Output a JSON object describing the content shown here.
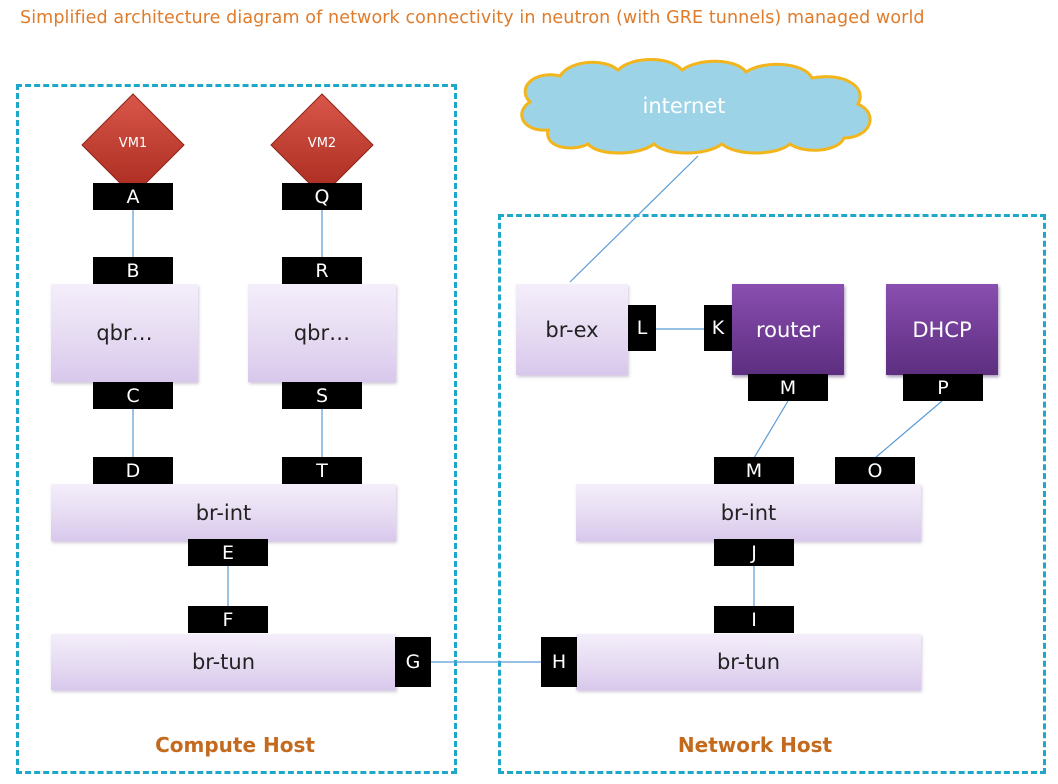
{
  "title": "Simplified architecture diagram of network connectivity in neutron (with GRE tunnels) managed world",
  "cloud": {
    "label": "internet"
  },
  "hosts": {
    "compute": "Compute Host",
    "network": "Network Host"
  },
  "vms": {
    "vm1": "VM1",
    "vm2": "VM2"
  },
  "bridges": {
    "qbr1": "qbr…",
    "qbr2": "qbr…",
    "compute_int": "br-int",
    "compute_tun": "br-tun",
    "brex": "br-ex",
    "network_int": "br-int",
    "network_tun": "br-tun"
  },
  "services": {
    "router": "router",
    "dhcp": "DHCP"
  },
  "ports": {
    "A": "A",
    "B": "B",
    "C": "C",
    "D": "D",
    "E": "E",
    "F": "F",
    "G": "G",
    "H": "H",
    "I": "I",
    "J": "J",
    "K": "K",
    "L": "L",
    "M_router": "M",
    "M_int": "M",
    "O": "O",
    "P": "P",
    "Q": "Q",
    "R": "R",
    "S": "S",
    "T": "T"
  },
  "colors": {
    "title": "#e07b2a",
    "host_border": "#1fa7c9",
    "host_label": "#c46a1e",
    "cloud_fill": "#9dd3e6",
    "cloud_stroke": "#f2b51b",
    "vm_fill": "#c0392b",
    "service_fill": "#6e3a93",
    "link": "#5b9bd5"
  }
}
